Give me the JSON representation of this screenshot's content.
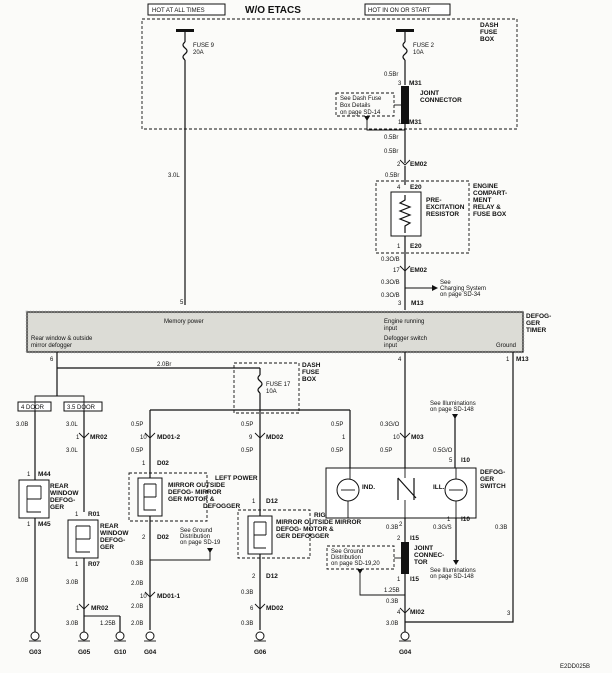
{
  "title": "W/O ETACS",
  "hot_at_all_times": "HOT AT ALL TIMES",
  "hot_in_on_or_start": "HOT IN ON OR START",
  "dash_fuse_box_top": [
    "DASH",
    "FUSE",
    "BOX"
  ],
  "fuse9": [
    "FUSE 9",
    "20A"
  ],
  "fuse2": [
    "FUSE 2",
    "10A"
  ],
  "fuse17": [
    "FUSE 17",
    "10A"
  ],
  "dash_fuse_box_mid": [
    "DASH",
    "FUSE",
    "BOX"
  ],
  "joint_connector_top": [
    "JOINT",
    "CONNECTOR"
  ],
  "see_dash_fuse": [
    "See Dash Fuse",
    "Box Details",
    "on page SD-14"
  ],
  "engine_comp": [
    "ENGINE",
    "COMPART-",
    "MENT",
    "RELAY &",
    "FUSE BOX"
  ],
  "pre_excitation": [
    "PRE-",
    "EXCITATION",
    "RESISTOR"
  ],
  "see_charging": [
    "See",
    "Charging System",
    "on page SD-34"
  ],
  "defogger_timer": [
    "DEFOG-",
    "GER",
    "TIMER"
  ],
  "timer_labels": {
    "memory_power": "Memory power",
    "engine_running": [
      "Engine running",
      "input"
    ],
    "defogger_switch": [
      "Defogger switch",
      "input"
    ],
    "rear_window": [
      "Rear window & outside",
      "mirror defogger"
    ],
    "ground": "Ground"
  },
  "door4": "4 DOOR",
  "door35": "3.5 DOOR",
  "rear_defogger_4": [
    "REAR",
    "WINDOW",
    "DEFOG-",
    "GER"
  ],
  "rear_defogger_35": [
    "REAR",
    "WINDOW",
    "DEFOG-",
    "GER"
  ],
  "left_mirror": [
    "LEFT POWER",
    "MIRROR OUTSIDE",
    "DEFOG- MIRROR",
    "GER    MOTOR &",
    "DEFOGGER"
  ],
  "right_mirror": [
    "RIGHT POWER",
    "MIRROR OUTSIDE MIRROR",
    "DEFOG- MOTOR &",
    "GER    DEFOGGER"
  ],
  "see_ground_1": [
    "See Ground",
    "Distribution",
    "on page SD-19"
  ],
  "see_ground_2": [
    "See Ground",
    "Distribution",
    "on page SD-19,20"
  ],
  "see_illum_1": [
    "See Illuminations",
    "on page SD-148"
  ],
  "see_illum_2": [
    "See Illuminations",
    "on page SD-148"
  ],
  "joint_connector_bottom": [
    "JOINT",
    "CONNEC-",
    "TOR"
  ],
  "defogger_switch": [
    "DEFOG-",
    "GER",
    "SWITCH"
  ],
  "ind": "IND.",
  "ill": "ILL.",
  "wire_labels": {
    "w05br_1": "0.5Br",
    "w05br_2": "0.5Br",
    "w05br_3": "0.5Br",
    "w03ob_1": "0.3O/B",
    "w03ob_2": "0.3O/B",
    "w03ob_3": "0.3O/B",
    "w30l_1": "3.0L",
    "w20br": "2.0Br",
    "w30b_a": "3.0B",
    "w30l_2": "3.0L",
    "w30l_3": "3.0L",
    "w05p_1": "0.5P",
    "w05p_2": "0.5P",
    "w05p_3": "0.5P",
    "w05p_4": "0.5P",
    "w03gro": "0.3G/O",
    "w05gro": "0.5G/O",
    "w05p_5": "0.5P",
    "w05p_6": "0.5P",
    "w05p_7": "0.5P",
    "w03b_1": "0.3B",
    "w03gs": "0.3G/S",
    "w03b_2": "0.3B",
    "w03b_3": "0.3B",
    "w20b_1": "2.0B",
    "w20b_2": "2.0B",
    "w20b_3": "2.0B",
    "w03b_4": "0.3B",
    "w03b_5": "0.3B",
    "w30b_b": "3.0B",
    "w30b_c": "3.0B",
    "w30b_d": "3.0B",
    "w125b": "1.25B",
    "w125b_2": "1.25B",
    "w03b_6": "0.3B",
    "w30b_e": "3.0B",
    "w03b_7": "0.3B"
  },
  "connectors": {
    "m31_a": "M31",
    "m31_b": "M31",
    "em02_a": "EM02",
    "e20_a": "E20",
    "e20_b": "E20",
    "em02_b": "EM02",
    "m13_a": "M13",
    "m13_b": "M13",
    "m44": "M44",
    "m45": "M45",
    "mr02_a": "MR02",
    "r01": "R01",
    "r07": "R07",
    "md01_2": "MD01-2",
    "md02_a": "MD02",
    "m03": "M03",
    "i10_a": "I10",
    "d02_a": "D02",
    "d02_b": "D02",
    "d12_a": "D12",
    "d12_b": "D12",
    "i10_b": "I10",
    "i15_a": "I15",
    "i15_b": "I15",
    "md01_1": "MD01-1",
    "md02_b": "MD02",
    "mr02_b": "MR02",
    "mi02": "MI02"
  },
  "pins": {
    "p3a": "3",
    "p1a": "1",
    "p2": "2",
    "p4": "4",
    "p1b": "1",
    "p17": "17",
    "p3b": "3",
    "p5": "5",
    "p6": "6",
    "p4b": "4",
    "p1c": "1",
    "p1d": "1",
    "p2b": "2",
    "p1e": "1",
    "p10": "10",
    "p9": "9",
    "p10b": "10",
    "p1f": "1",
    "p5b": "5",
    "p2c": "2",
    "p1g": "1",
    "p2d": "2",
    "p1h": "1",
    "p2e": "2",
    "p3c": "3",
    "p10c": "10",
    "p6b": "6",
    "p1i": "1",
    "p4c": "4",
    "p3d": "3"
  },
  "grounds": [
    "G03",
    "G05",
    "G10",
    "G04",
    "G06",
    "G04"
  ],
  "code": "E2DD025B"
}
